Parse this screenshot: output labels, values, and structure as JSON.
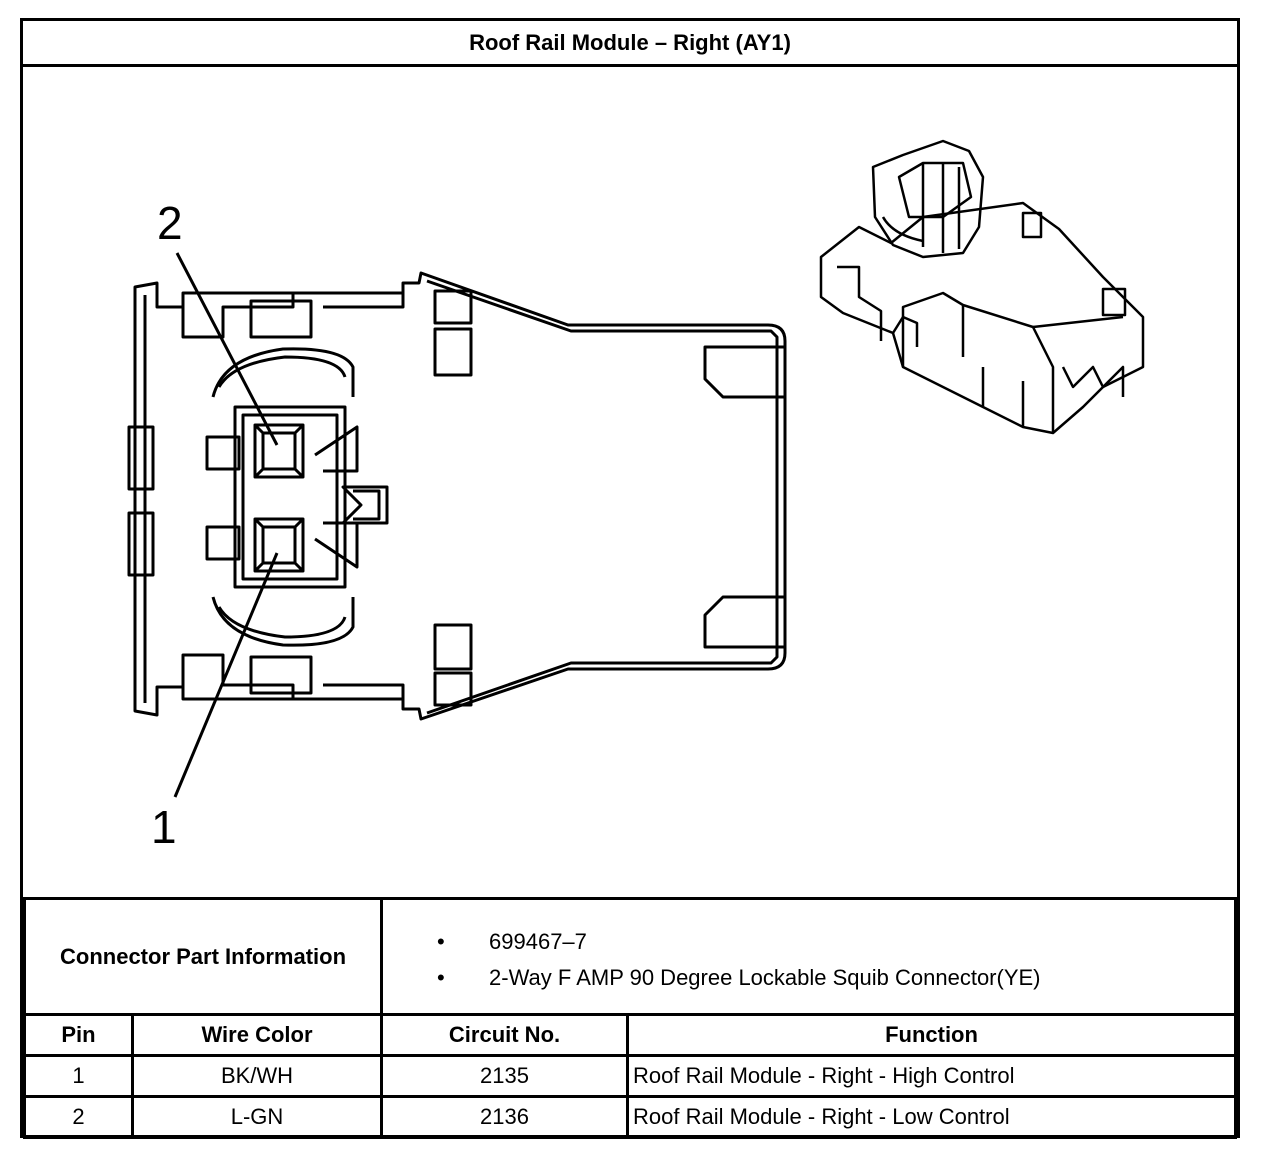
{
  "title": "Roof Rail Module – Right (AY1)",
  "callouts": {
    "pin2": "2",
    "pin1": "1"
  },
  "connector_info": {
    "label": "Connector Part Information",
    "items": [
      "699467–7",
      "2-Way F AMP 90 Degree Lockable Squib Connector(YE)"
    ]
  },
  "pin_table": {
    "headers": {
      "pin": "Pin",
      "wire_color": "Wire Color",
      "circuit": "Circuit No.",
      "function": "Function"
    },
    "rows": [
      {
        "pin": "1",
        "wire_color": "BK/WH",
        "circuit": "2135",
        "function": "Roof Rail Module - Right - High Control"
      },
      {
        "pin": "2",
        "wire_color": "L-GN",
        "circuit": "2136",
        "function": "Roof Rail Module - Right - Low Control"
      }
    ]
  }
}
